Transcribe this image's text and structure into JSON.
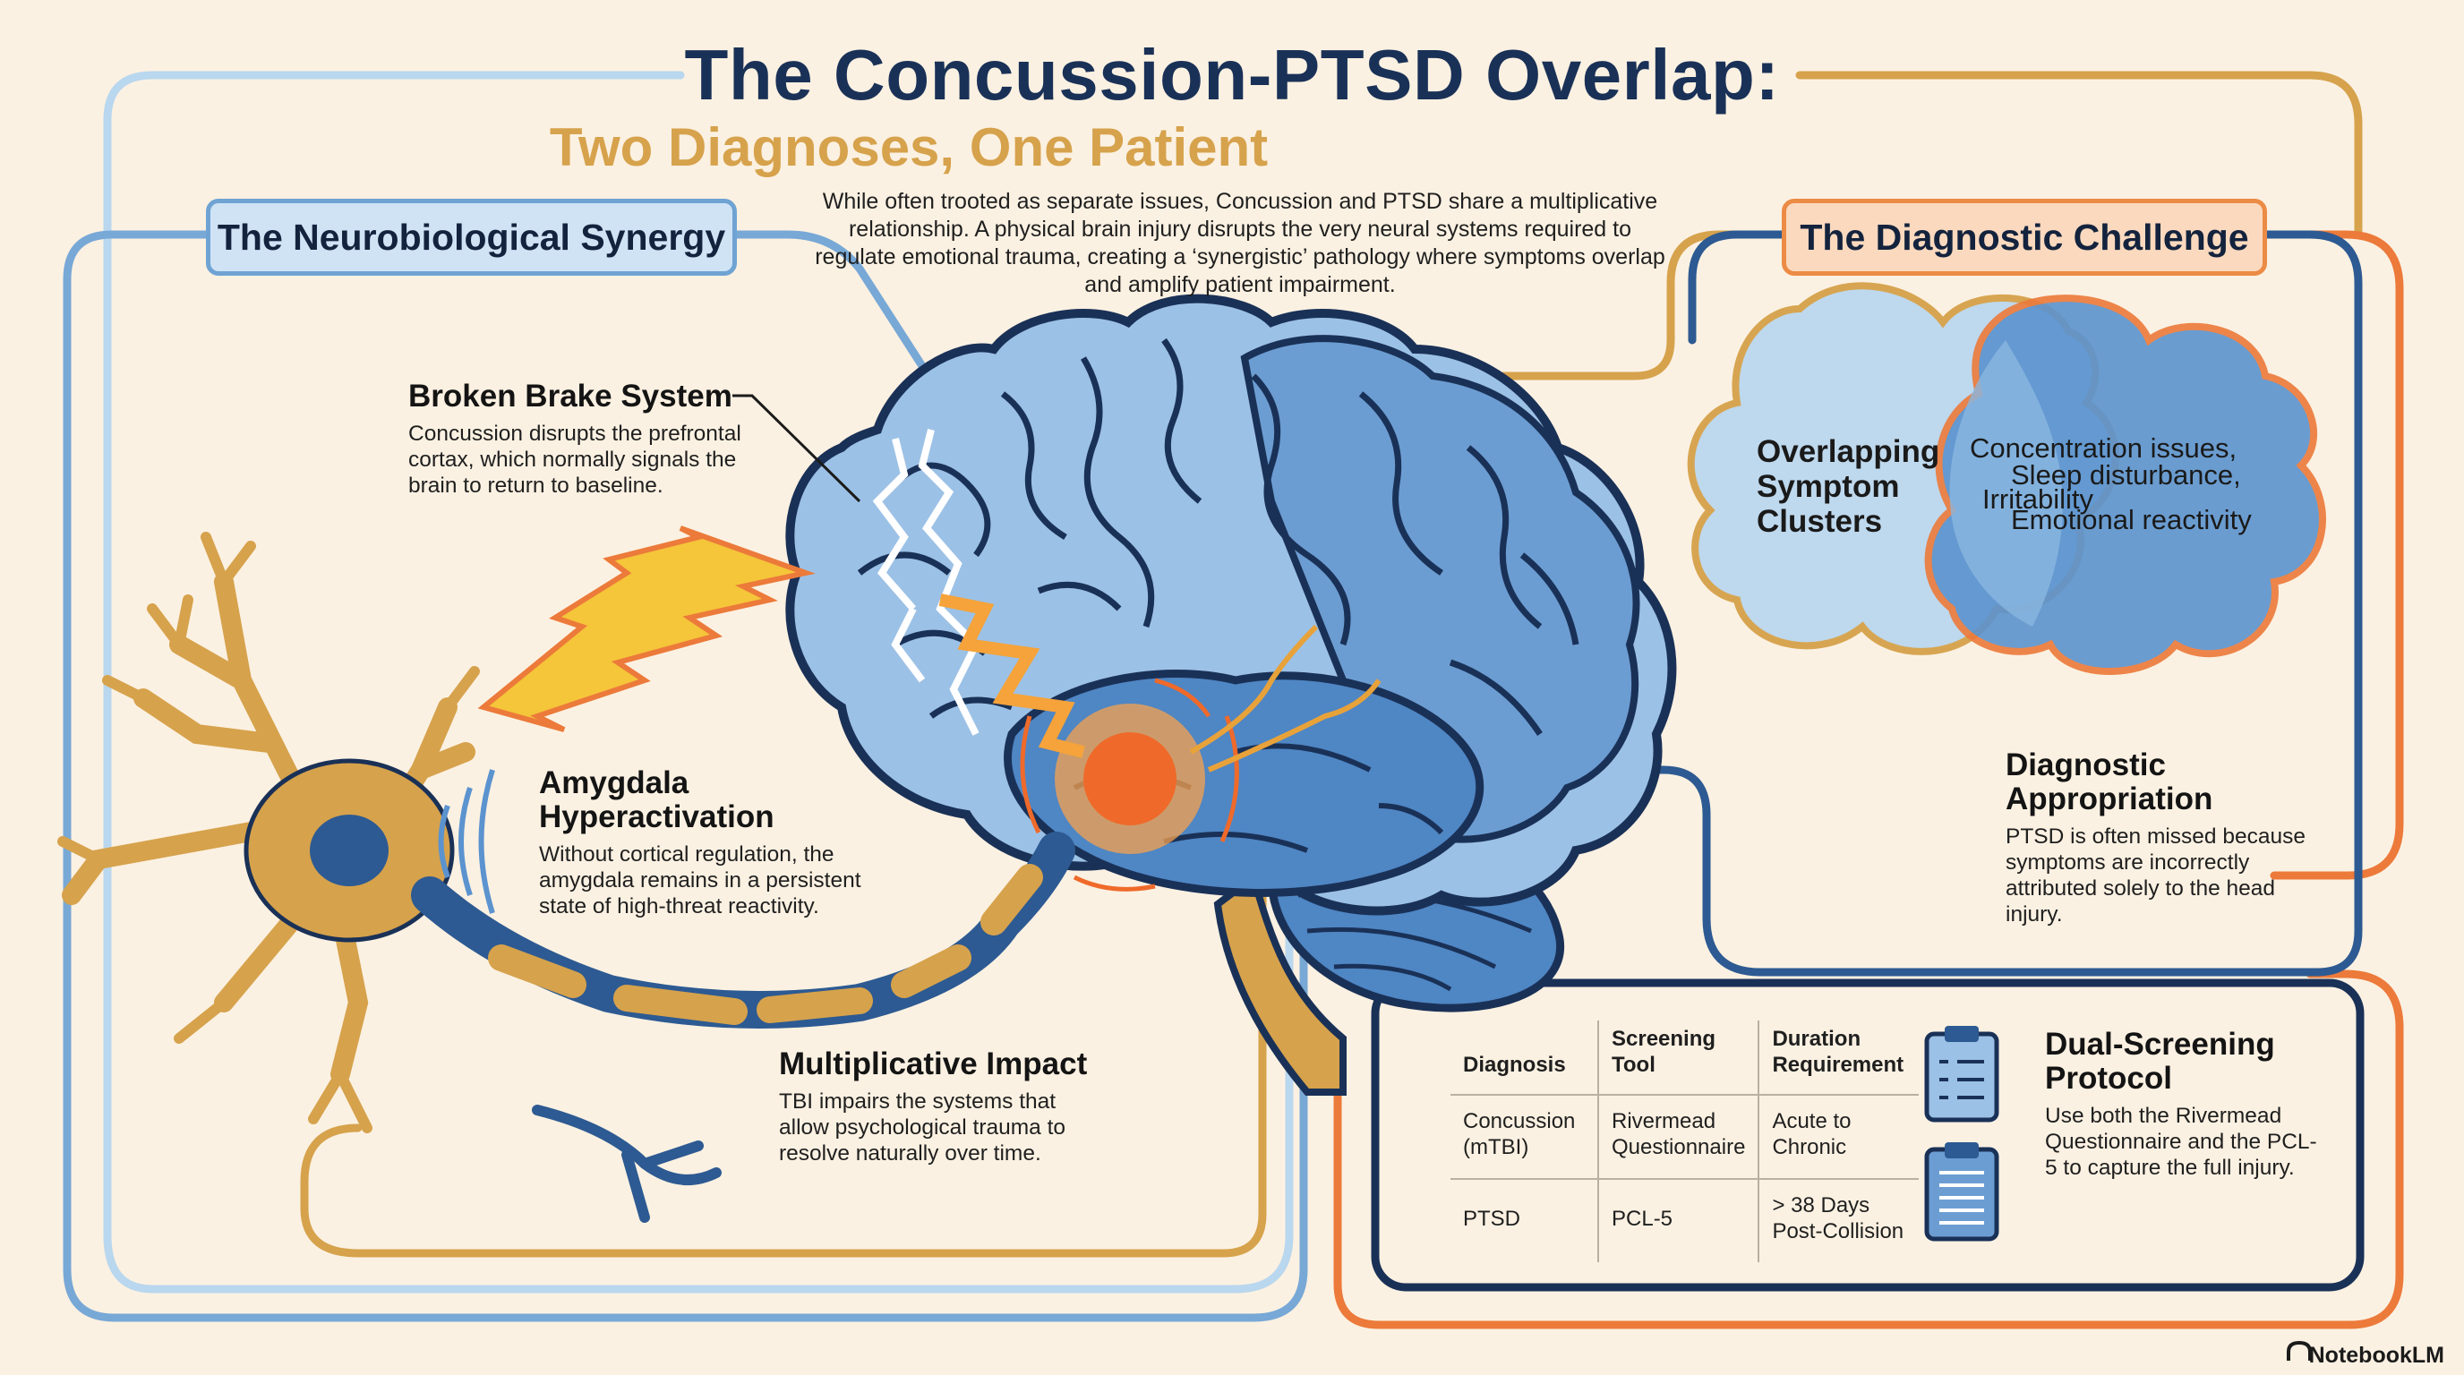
{
  "header": {
    "title": "The Concussion-PTSD Overlap:",
    "subtitle": "Two Diagnoses, One Patient",
    "intro": "While often trooted as separate issues, Concussion and PTSD share a multiplicative relationship. A physical brain injury disrupts the very neural systems required to regulate emotional trauma, creating a ‘synergistic’ pathology where symptoms overlap and amplify patient impairment."
  },
  "left_section": {
    "heading": "The Neurobiological Synergy",
    "broken_brake": {
      "title": "Broken Brake System",
      "body": "Concussion disrupts the prefrontal cortax, which normally signals the brain to return to baseline."
    },
    "amygdala": {
      "title_line1": "Amygdala",
      "title_line2": "Hyperactivation",
      "body": "Without cortical regulation, the amygdala remains in a persistent state of high-threat reactivity."
    },
    "multiplicative": {
      "title": "Multiplicative Impact",
      "body": "TBI impairs the systems that allow psychological trauma to resolve naturally over time."
    }
  },
  "right_section": {
    "heading": "The Diagnostic Challenge",
    "venn": {
      "label_line1": "Overlapping",
      "label_line2": "Symptom",
      "label_line3": "Clusters",
      "item1": "Concentration issues,",
      "item2": "Sleep disturbance,",
      "item3": "Irritability",
      "item4": "Emotional reactivity"
    },
    "appropriation": {
      "title_line1": "Diagnostic",
      "title_line2": "Appropriation",
      "body": "PTSD is often missed because symptoms are incorrectly attributed solely to the head injury."
    },
    "table": {
      "headers": {
        "diagnosis": "Diagnosis",
        "tool_line1": "Screening",
        "tool_line2": "Tool",
        "duration_line1": "Duration",
        "duration_line2": "Requirement"
      },
      "rows": [
        {
          "diagnosis_line1": "Concussion",
          "diagnosis_line2": "(mTBI)",
          "tool_line1": "Rivermead",
          "tool_line2": "Questionnaire",
          "duration_line1": "Acute to",
          "duration_line2": "Chronic"
        },
        {
          "diagnosis_line1": "PTSD",
          "diagnosis_line2": "",
          "tool_line1": "PCL-5",
          "tool_line2": "",
          "duration_line1": "> 38 Days",
          "duration_line2": "Post-Collision"
        }
      ]
    },
    "dual_screening": {
      "title_line1": "Dual-Screening",
      "title_line2": "Protocol",
      "body": "Use both the Rivermead Questionnaire and the PCL-5 to capture the full injury."
    }
  },
  "branding": {
    "name": "NotebookLM"
  },
  "colors": {
    "navy": "#1a3157",
    "gold": "#d6a24c",
    "light_blue": "#aed0ec",
    "mid_blue": "#6fa3d3",
    "orange": "#ec7a3a",
    "cream": "#fbf1e2"
  },
  "icons": [
    "lightning-bolt-icon",
    "clipboard-list-icon",
    "clipboard-lines-icon",
    "notebooklm-logo-icon"
  ]
}
